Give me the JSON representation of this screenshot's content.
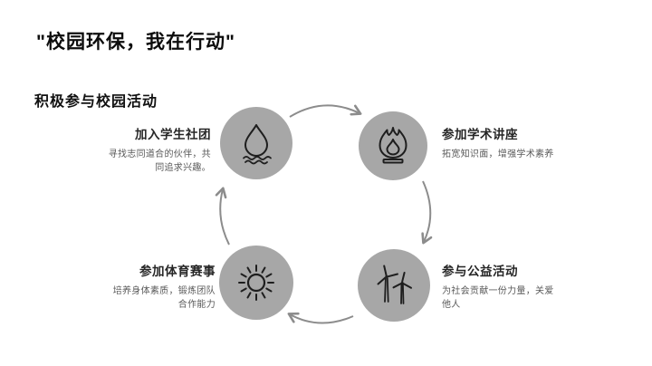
{
  "slide": {
    "title": "\"校园环保，我在行动\"",
    "subtitle": "积极参与校园活动"
  },
  "colors": {
    "background": "#ffffff",
    "circle_fill": "#a7a7a7",
    "icon_stroke": "#1e1e1e",
    "arrow": "#8c8c8c",
    "label_text": "#262626",
    "description_text": "#595959",
    "title_text": "#0d0d0d"
  },
  "diagram": {
    "type": "circular-cycle",
    "flow": "clockwise",
    "items": [
      {
        "icon": "water-drop-icon",
        "label": "加入学生社团",
        "description": "寻找志同道合的伙伴，共同追求兴趣。",
        "position": "top-left"
      },
      {
        "icon": "flame-icon",
        "label": "参加学术讲座",
        "description": "拓宽知识面，增强学术素养",
        "position": "top-right"
      },
      {
        "icon": "wind-turbine-icon",
        "label": "参与公益活动",
        "description": "为社会贡献一份力量，关爱他人",
        "position": "bottom-right"
      },
      {
        "icon": "sun-icon",
        "label": "参加体育赛事",
        "description": "培养身体素质，锻炼团队合作能力",
        "position": "bottom-left"
      }
    ]
  }
}
